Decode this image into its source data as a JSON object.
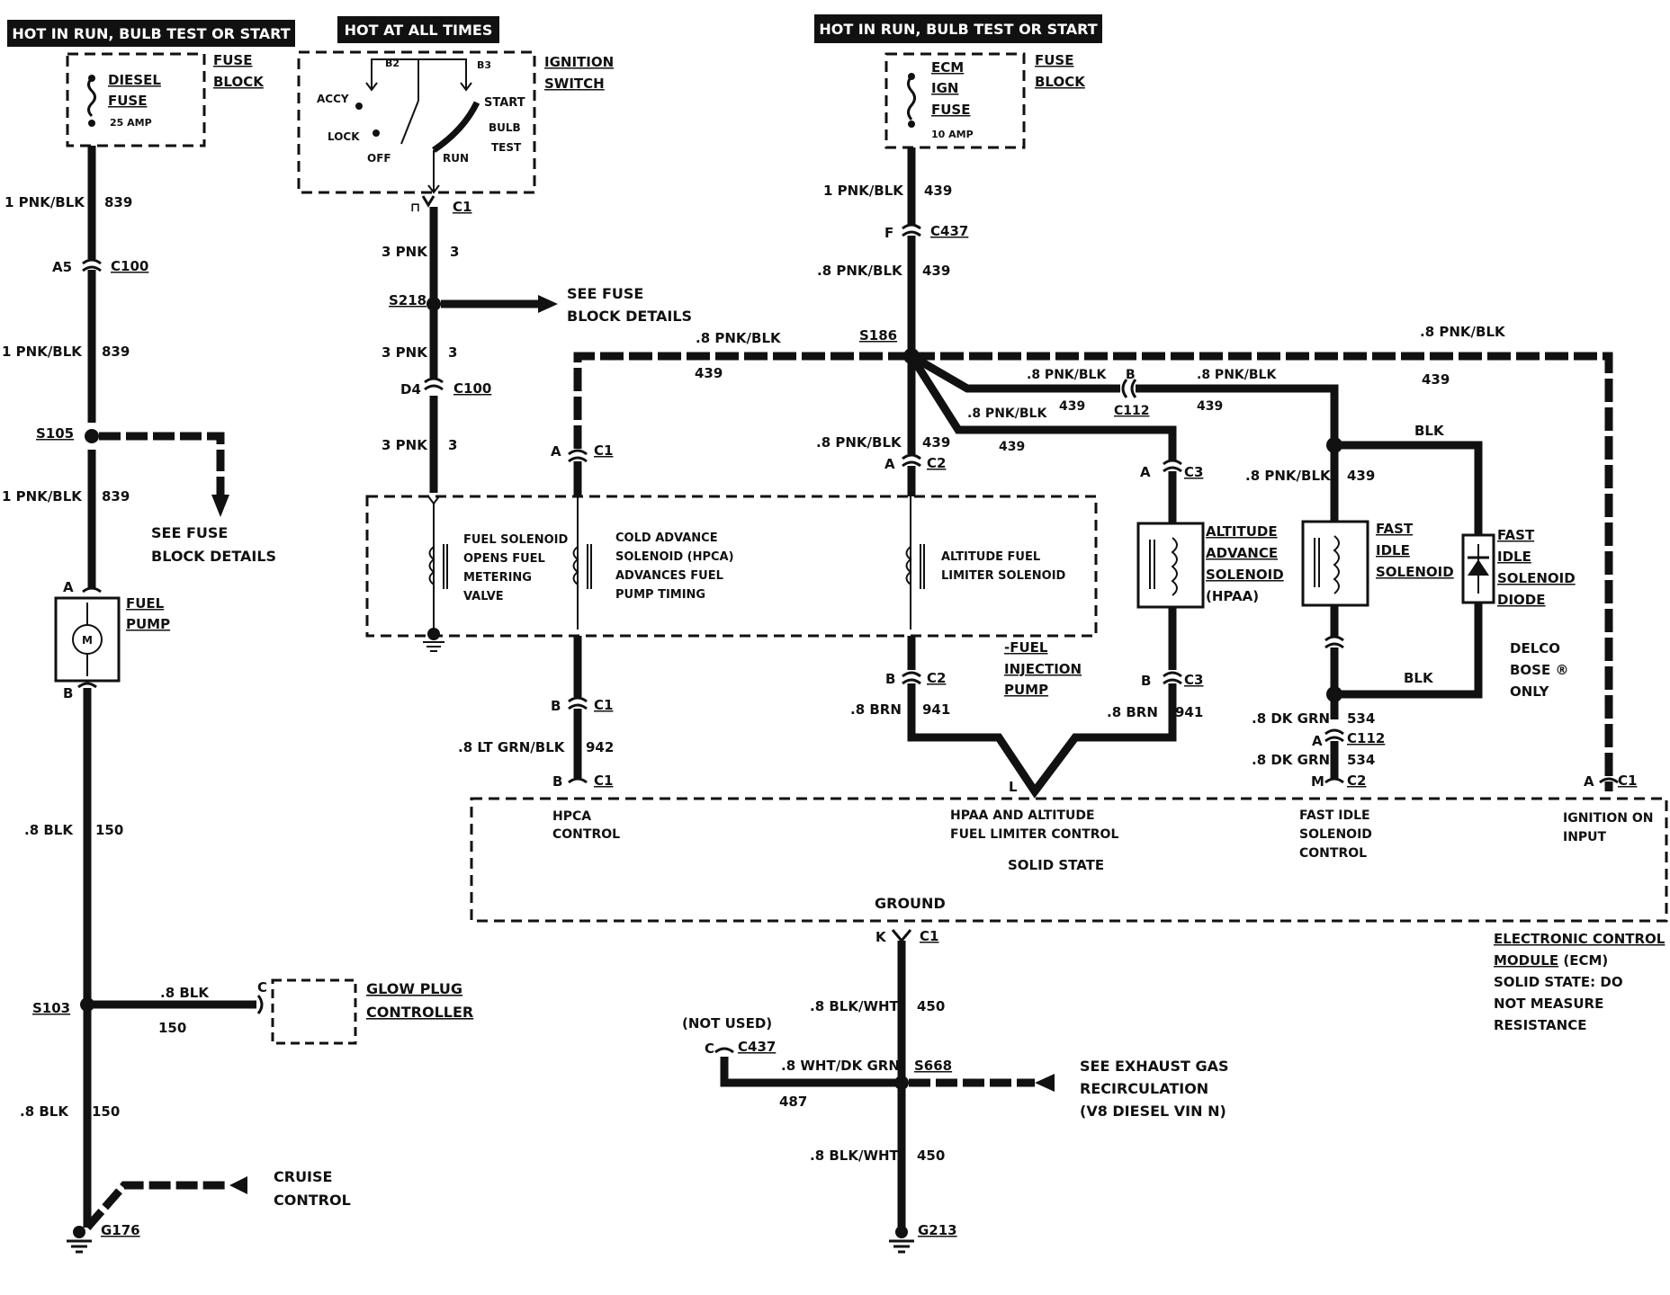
{
  "headers": {
    "left": "HOT IN RUN, BULB TEST OR START",
    "middle": "HOT AT ALL TIMES",
    "right": "HOT IN RUN, BULB TEST OR START"
  },
  "fuse_block_left": {
    "fuse_l1": "DIESEL",
    "fuse_l2": "FUSE",
    "rating": "25 AMP",
    "tag_l1": "FUSE",
    "tag_l2": "BLOCK"
  },
  "fuse_block_right": {
    "fuse_l1": "ECM",
    "fuse_l2": "IGN",
    "fuse_l3": "FUSE",
    "rating": "10 AMP",
    "tag_l1": "FUSE",
    "tag_l2": "BLOCK"
  },
  "ignition_switch": {
    "b2": "B2",
    "b3": "B3",
    "accy": "ACCY",
    "lock": "LOCK",
    "off": "OFF",
    "run": "RUN",
    "start": "START",
    "bulb": "BULB",
    "test": "TEST",
    "tag_l1": "IGNITION",
    "tag_l2": "SWITCH"
  },
  "left_circuit": {
    "wire1": "1 PNK/BLK",
    "c1": "839",
    "a5": "A5",
    "c100": "C100",
    "wire2": "1 PNK/BLK",
    "c2": "839",
    "s105": "S105",
    "wire3": "1 PNK/BLK",
    "c3": "839",
    "see1": "SEE FUSE",
    "see2": "BLOCK DETAILS",
    "pin_a": "A",
    "pin_b": "B",
    "pump1": "FUEL",
    "pump2": "PUMP",
    "motor": "M",
    "wire4": ".8 BLK",
    "c4": "150",
    "s103": "S103",
    "gp_wire": ".8 BLK",
    "gp_circ": "150",
    "gp_pin": "C",
    "gp1": "GLOW PLUG",
    "gp2": "CONTROLLER",
    "wire5": ".8 BLK",
    "c5": "150",
    "g176": "G176",
    "cruise1": "CRUISE",
    "cruise2": "CONTROL"
  },
  "middle_circuit": {
    "c1pin": "C1",
    "wire1": "3 PNK",
    "c1": "3",
    "s218": "S218",
    "see1": "SEE FUSE",
    "see2": "BLOCK DETAILS",
    "wire2": "3 PNK",
    "c2": "3",
    "d4": "D4",
    "c100": "C100",
    "wire3": "3 PNK",
    "c3": "3"
  },
  "injection_pump": {
    "fs1": "FUEL SOLENOID",
    "fs2": "OPENS FUEL",
    "fs3": "METERING",
    "fs4": "VALVE",
    "ca1": "COLD ADVANCE",
    "ca2": "SOLENOID (HPCA)",
    "ca3": "ADVANCES FUEL",
    "ca4": "PUMP TIMING",
    "al1": "ALTITUDE FUEL",
    "al2": "LIMITER SOLENOID",
    "tag1": "FUEL",
    "tag2": "INJECTION",
    "tag3": "PUMP"
  },
  "right_circuit": {
    "wire1": "1 PNK/BLK",
    "c1": "439",
    "f": "F",
    "c437": "C437",
    "wire2": ".8 PNK/BLK",
    "c2": "439",
    "s186": "S186",
    "bus_left_wire": ".8 PNK/BLK",
    "bus_left_circ": "439",
    "bus_right_wire": ".8 PNK/BLK",
    "bus_right_circ": "439",
    "b1_wire": ".8 PNK/BLK",
    "b1_circ": "439",
    "c112_b": "B",
    "c112": "C112",
    "b2_wire": ".8 PNK/BLK",
    "b2_circ": "439",
    "b3_wire": ".8 PNK/BLK",
    "b3_circ": "439",
    "blk_top": "BLK",
    "blk_bot": "BLK",
    "a_c1": "A",
    "c1pin": "C1",
    "a_c2": "A",
    "c2pin": "C2",
    "mid_wire": ".8 PNK/BLK",
    "mid_circ": "439",
    "a_c3": "A",
    "c3pin": "C3",
    "fi_wire": ".8 PNK/BLK",
    "fi_circ": "439",
    "alt1": "ALTITUDE",
    "alt2": "ADVANCE",
    "alt3": "SOLENOID",
    "alt4": "(HPAA)",
    "fi1": "FAST",
    "fi2": "IDLE",
    "fi3": "SOLENOID",
    "fd1": "FAST",
    "fd2": "IDLE",
    "fd3": "SOLENOID",
    "fd4": "DIODE",
    "delco1": "DELCO",
    "delco2": "BOSE",
    "reg": "®",
    "delco3": "ONLY",
    "b_c1": "B",
    "c1b": "C1",
    "b_c2": "B",
    "c2b": "C2",
    "b_c3": "B",
    "c3b": "C3",
    "ltgrn": ".8 LT GRN/BLK",
    "c942": "942",
    "brn1": ".8 BRN",
    "c941a": "941",
    "brn2": ".8 BRN",
    "c941b": "941",
    "dkgrn1": ".8 DK GRN",
    "c534a": "534",
    "a_c112": "A",
    "c112b": "C112",
    "dkgrn2": ".8 DK GRN",
    "c534b": "534",
    "b_ecm": "B",
    "c1e": "C1",
    "l": "L",
    "m": "M",
    "c2e": "C2",
    "a_ign": "A",
    "c1ign": "C1"
  },
  "ecm": {
    "hpca1": "HPCA",
    "hpca2": "CONTROL",
    "hpaa1": "HPAA AND ALTITUDE",
    "hpaa2": "FUEL LIMITER CONTROL",
    "fic1": "FAST IDLE",
    "fic2": "SOLENOID",
    "fic3": "CONTROL",
    "ign1": "IGNITION ON",
    "ign2": "INPUT",
    "solid": "SOLID STATE",
    "ground": "GROUND",
    "k": "K",
    "c1": "C1",
    "name1": "ELECTRONIC CONTROL",
    "name2": "MODULE",
    "name2b": "(ECM)",
    "note1": "SOLID STATE:  DO",
    "note2": "NOT MEASURE",
    "note3": "RESISTANCE"
  },
  "ground_circuit": {
    "wire1": ".8 BLK/WHT",
    "c1": "450",
    "notused": "(NOT USED)",
    "cpin": "C",
    "c437": "C437",
    "wire2": ".8 WHT/DK GRN",
    "s668": "S668",
    "c487": "487",
    "egr1": "SEE EXHAUST GAS",
    "egr2": "RECIRCULATION",
    "egr3": "(V8 DIESEL VIN N)",
    "wire3": ".8 BLK/WHT",
    "c3": "450",
    "g213": "G213"
  },
  "colors": {
    "ink": "#111111",
    "background": "#ffffff"
  }
}
